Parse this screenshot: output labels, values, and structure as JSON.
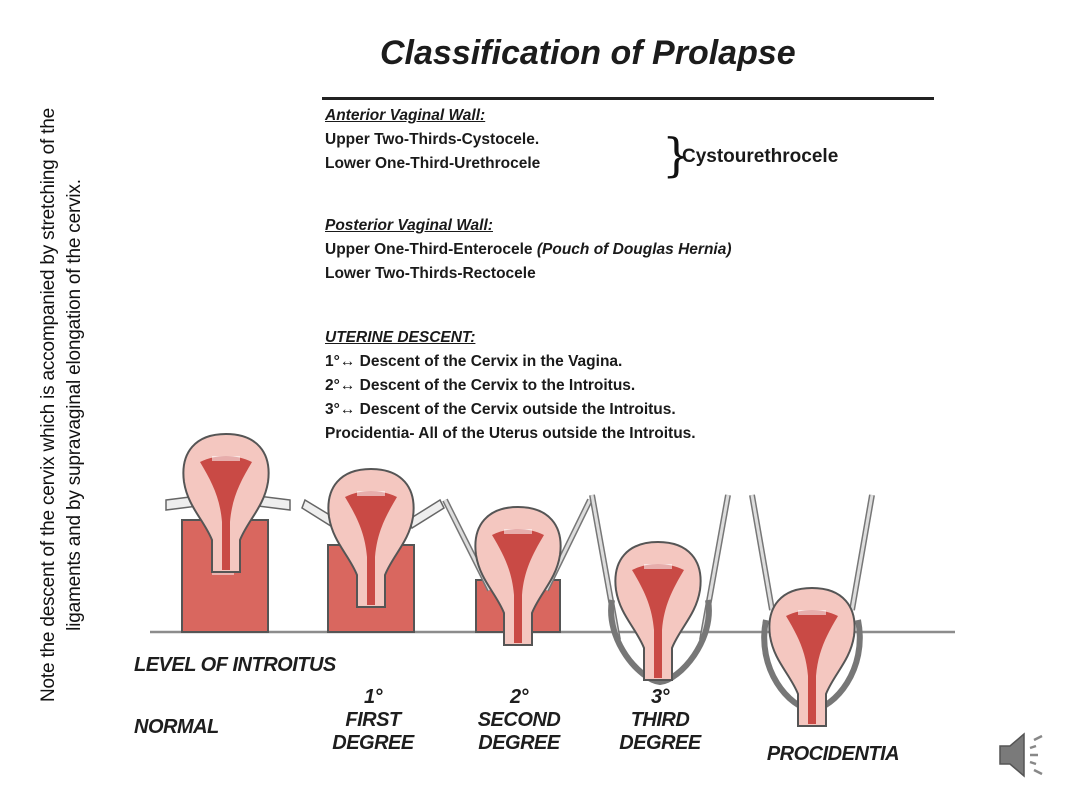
{
  "side_note": {
    "line1": "Note the descent of the cervix which is accompanied by stretching of the",
    "line2": "ligaments and by supravaginal elongation of the cervix."
  },
  "title": "Classification of Prolapse",
  "anterior": {
    "heading": "Anterior Vaginal Wall:",
    "line1": "Upper Two-Thirds-Cystocele.",
    "line2": "Lower One-Third-Urethrocele",
    "brace_label": "Cystourethrocele"
  },
  "posterior": {
    "heading": "Posterior Vaginal Wall:",
    "line1": "Upper One-Third-Enterocele",
    "line1_note": "(Pouch of Douglas Hernia)",
    "line2": "Lower Two-Thirds-Rectocele"
  },
  "uterine": {
    "heading": "UTERINE DESCENT:",
    "items": [
      "1°↔ Descent of the Cervix in the Vagina.",
      "2°↔ Descent of the Cervix to the Introitus.",
      "3°↔ Descent of the Cervix outside the Introitus.",
      "Procidentia- All of the Uterus outside the Introitus."
    ]
  },
  "labels": {
    "introitus": "LEVEL OF INTROITUS",
    "normal": "NORMAL",
    "first_num": "1°",
    "first_a": "FIRST",
    "first_b": "DEGREE",
    "second_num": "2°",
    "second_a": "SECOND",
    "second_b": "DEGREE",
    "third_num": "3°",
    "third_a": "THIRD",
    "third_b": "DEGREE",
    "procidentia": "PROCIDENTIA"
  },
  "colors": {
    "tissue": "#d9675f",
    "tissue_light": "#f4c7c0",
    "cavity": "#c94a45",
    "outline": "#6e6e6e",
    "line": "#8c8c8c"
  }
}
